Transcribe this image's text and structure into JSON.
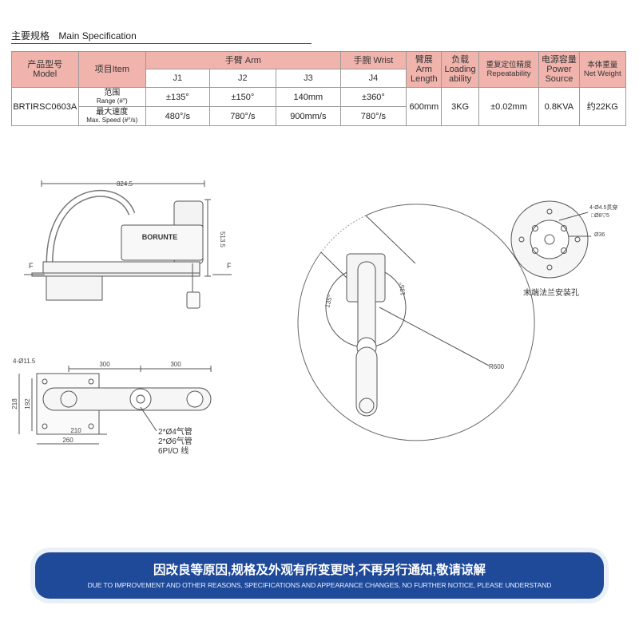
{
  "heading": {
    "cn": "主要规格",
    "en": "Main Specification"
  },
  "table": {
    "model_label": "产品型号\nModel",
    "item_label": "项目Item",
    "arm_label": "手臂 Arm",
    "wrist_label": "手腕 Wrist",
    "arm_length_label": "臂展\nArm\nLength",
    "load_label": "负载\nLoading\nability",
    "repeat_label": "重复定位精度\nRepeatability",
    "power_label": "电源容量\nPower\nSource",
    "weight_label": "本体重量\nNet Weight",
    "joints": [
      "J1",
      "J2",
      "J3",
      "J4"
    ],
    "model": "BRTIRSC0603A",
    "rows": [
      {
        "item_cn": "范围",
        "item_en": "Range (#°)",
        "values": [
          "±135°",
          "±150°",
          "140mm",
          "±360°"
        ]
      },
      {
        "item_cn": "最大速度",
        "item_en": "Max. Speed (#°/s)",
        "values": [
          "480°/s",
          "780°/s",
          "900mm/s",
          "780°/s"
        ]
      }
    ],
    "arm_length": "600mm",
    "load": "3KG",
    "repeatability": "±0.02mm",
    "power": "0.8KVA",
    "weight": "约22KG"
  },
  "drawing": {
    "dim_width": "824.5",
    "dim_height": "513.5",
    "brand": "BORUNTE",
    "label_f": "F",
    "hole_spec": "4-Ø11.5",
    "dim_300a": "300",
    "dim_300b": "300",
    "dim_218": "218",
    "dim_192": "192",
    "dim_210": "210",
    "dim_260": "260",
    "air1": "2*Ø4气管",
    "air2": "2*Ø6气管",
    "io": "6PI/O 线",
    "angle_a": "135°",
    "angle_b": "135°",
    "radius": "R600",
    "flange_spec1": "4-Ø4.5贯穿",
    "flange_spec2": "□Ø8▽5",
    "flange_dia": "Ø36",
    "flange_caption": "末端法兰安装孔"
  },
  "banner": {
    "cn": "因改良等原因,规格及外观有所变更时,不再另行通知,敬请谅解",
    "en": "DUE TO IMPROVEMENT AND OTHER REASONS, SPECIFICATIONS AND APPEARANCE CHANGES, NO FURTHER NOTICE, PLEASE UNDERSTAND"
  }
}
